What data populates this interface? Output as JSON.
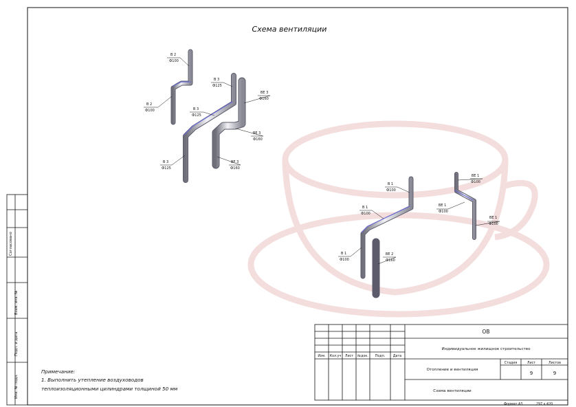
{
  "drawing_title": "Схема вентиляции",
  "note": {
    "heading": "Примечание:",
    "line1": "1. Выполнить утепление воздуховодов",
    "line2": "теплоизоляционными цилиндрами толщиной 50 мм"
  },
  "side_stamp": {
    "agreed": "Согласовано",
    "inv_replace": "Взам. инв. №",
    "sign_date": "Подп. и дата",
    "inv_original": "Инв. № подл."
  },
  "title_block": {
    "code": "ОВ",
    "project": "Индивидуальное жилищное строительство",
    "section": "Отопление и вентиляция",
    "sheet_name": "Схема вентиляции",
    "col_headers": [
      "Изм.",
      "Кол.уч",
      "Лист",
      "№док.",
      "Подп.",
      "Дата"
    ],
    "stage_label": "Стадия",
    "sheet_label": "Лист",
    "sheets_label": "Листов",
    "sheet_no": "9",
    "sheets_total": "9",
    "format": "Формат А3",
    "size": "297 x 420"
  },
  "labels": {
    "b2_top_name": "В 2",
    "b2_top_dia": "Ф100",
    "b2_side_name": "В 2",
    "b2_side_dia": "Ф100",
    "b3_top_name": "В 3",
    "b3_top_dia": "Ф125",
    "b3_mid_name": "В 3",
    "b3_mid_dia": "Ф125",
    "b3_low_name": "В 3",
    "b3_low_dia": "Ф125",
    "be3_top_name": "ВЕ 3",
    "be3_top_dia": "Ф160",
    "be3_mid_name": "ВЕ 3",
    "be3_mid_dia": "Ф160",
    "be3_low_name": "ВЕ 3",
    "be3_low_dia": "Ф160",
    "b1_top_name": "В 1",
    "b1_top_dia": "Ф100",
    "b1_mid_name": "В 1",
    "b1_mid_dia": "Ф100",
    "b1_low_name": "В 1",
    "b1_low_dia": "Ф100",
    "be2_name": "ВЕ 2",
    "be2_dia": "Ф160",
    "be1_top_name": "ВЕ 1",
    "be1_top_dia": "Ф100",
    "be1_left_name": "ВЕ 1",
    "be1_left_dia": "Ф100",
    "be1_right_name": "ВЕ 1",
    "be1_right_dia": "Ф100"
  }
}
